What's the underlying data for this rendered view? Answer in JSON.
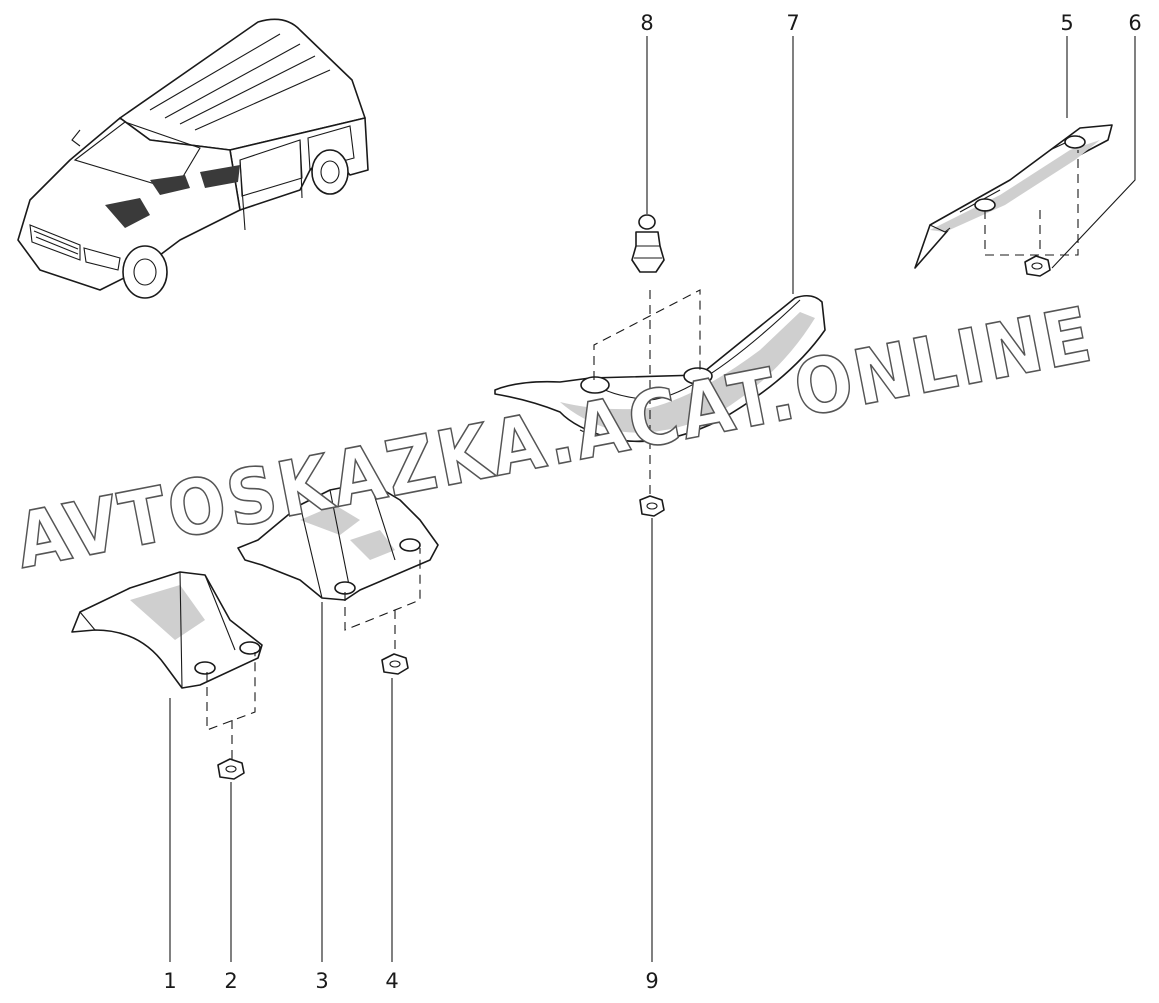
{
  "watermark": "AVTOSKAZKA.ACAT.ONLINE",
  "callouts": [
    {
      "id": "1",
      "label": "1"
    },
    {
      "id": "2",
      "label": "2"
    },
    {
      "id": "3",
      "label": "3"
    },
    {
      "id": "4",
      "label": "4"
    },
    {
      "id": "5",
      "label": "5"
    },
    {
      "id": "6",
      "label": "6"
    },
    {
      "id": "7",
      "label": "7"
    },
    {
      "id": "8",
      "label": "8"
    },
    {
      "id": "9",
      "label": "9"
    }
  ]
}
